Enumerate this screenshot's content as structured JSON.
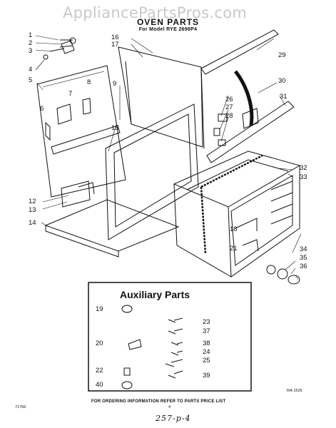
{
  "watermark": "AppliancePartsPros.com",
  "title": "OVEN PARTS",
  "subtitle": "For Model RYE 2698P4",
  "auxiliary_title": "Auxiliary Parts",
  "footer_note": "FOR ORDERING INFORMATION REFER TO PARTS PRICE LIST",
  "diagram_code": "RA-1526",
  "bottom_left_code": "71766",
  "page_number": "4",
  "handwritten_note": "257-p-4",
  "part_numbers": [
    "1",
    "2",
    "3",
    "4",
    "5",
    "6",
    "7",
    "8",
    "9",
    "15",
    "16",
    "17",
    "12",
    "13",
    "14",
    "26",
    "27",
    "28",
    "29",
    "30",
    "31",
    "32",
    "33",
    "18",
    "21",
    "34",
    "35",
    "36",
    "19",
    "20",
    "22",
    "40",
    "23",
    "37",
    "38",
    "24",
    "25",
    "39"
  ]
}
